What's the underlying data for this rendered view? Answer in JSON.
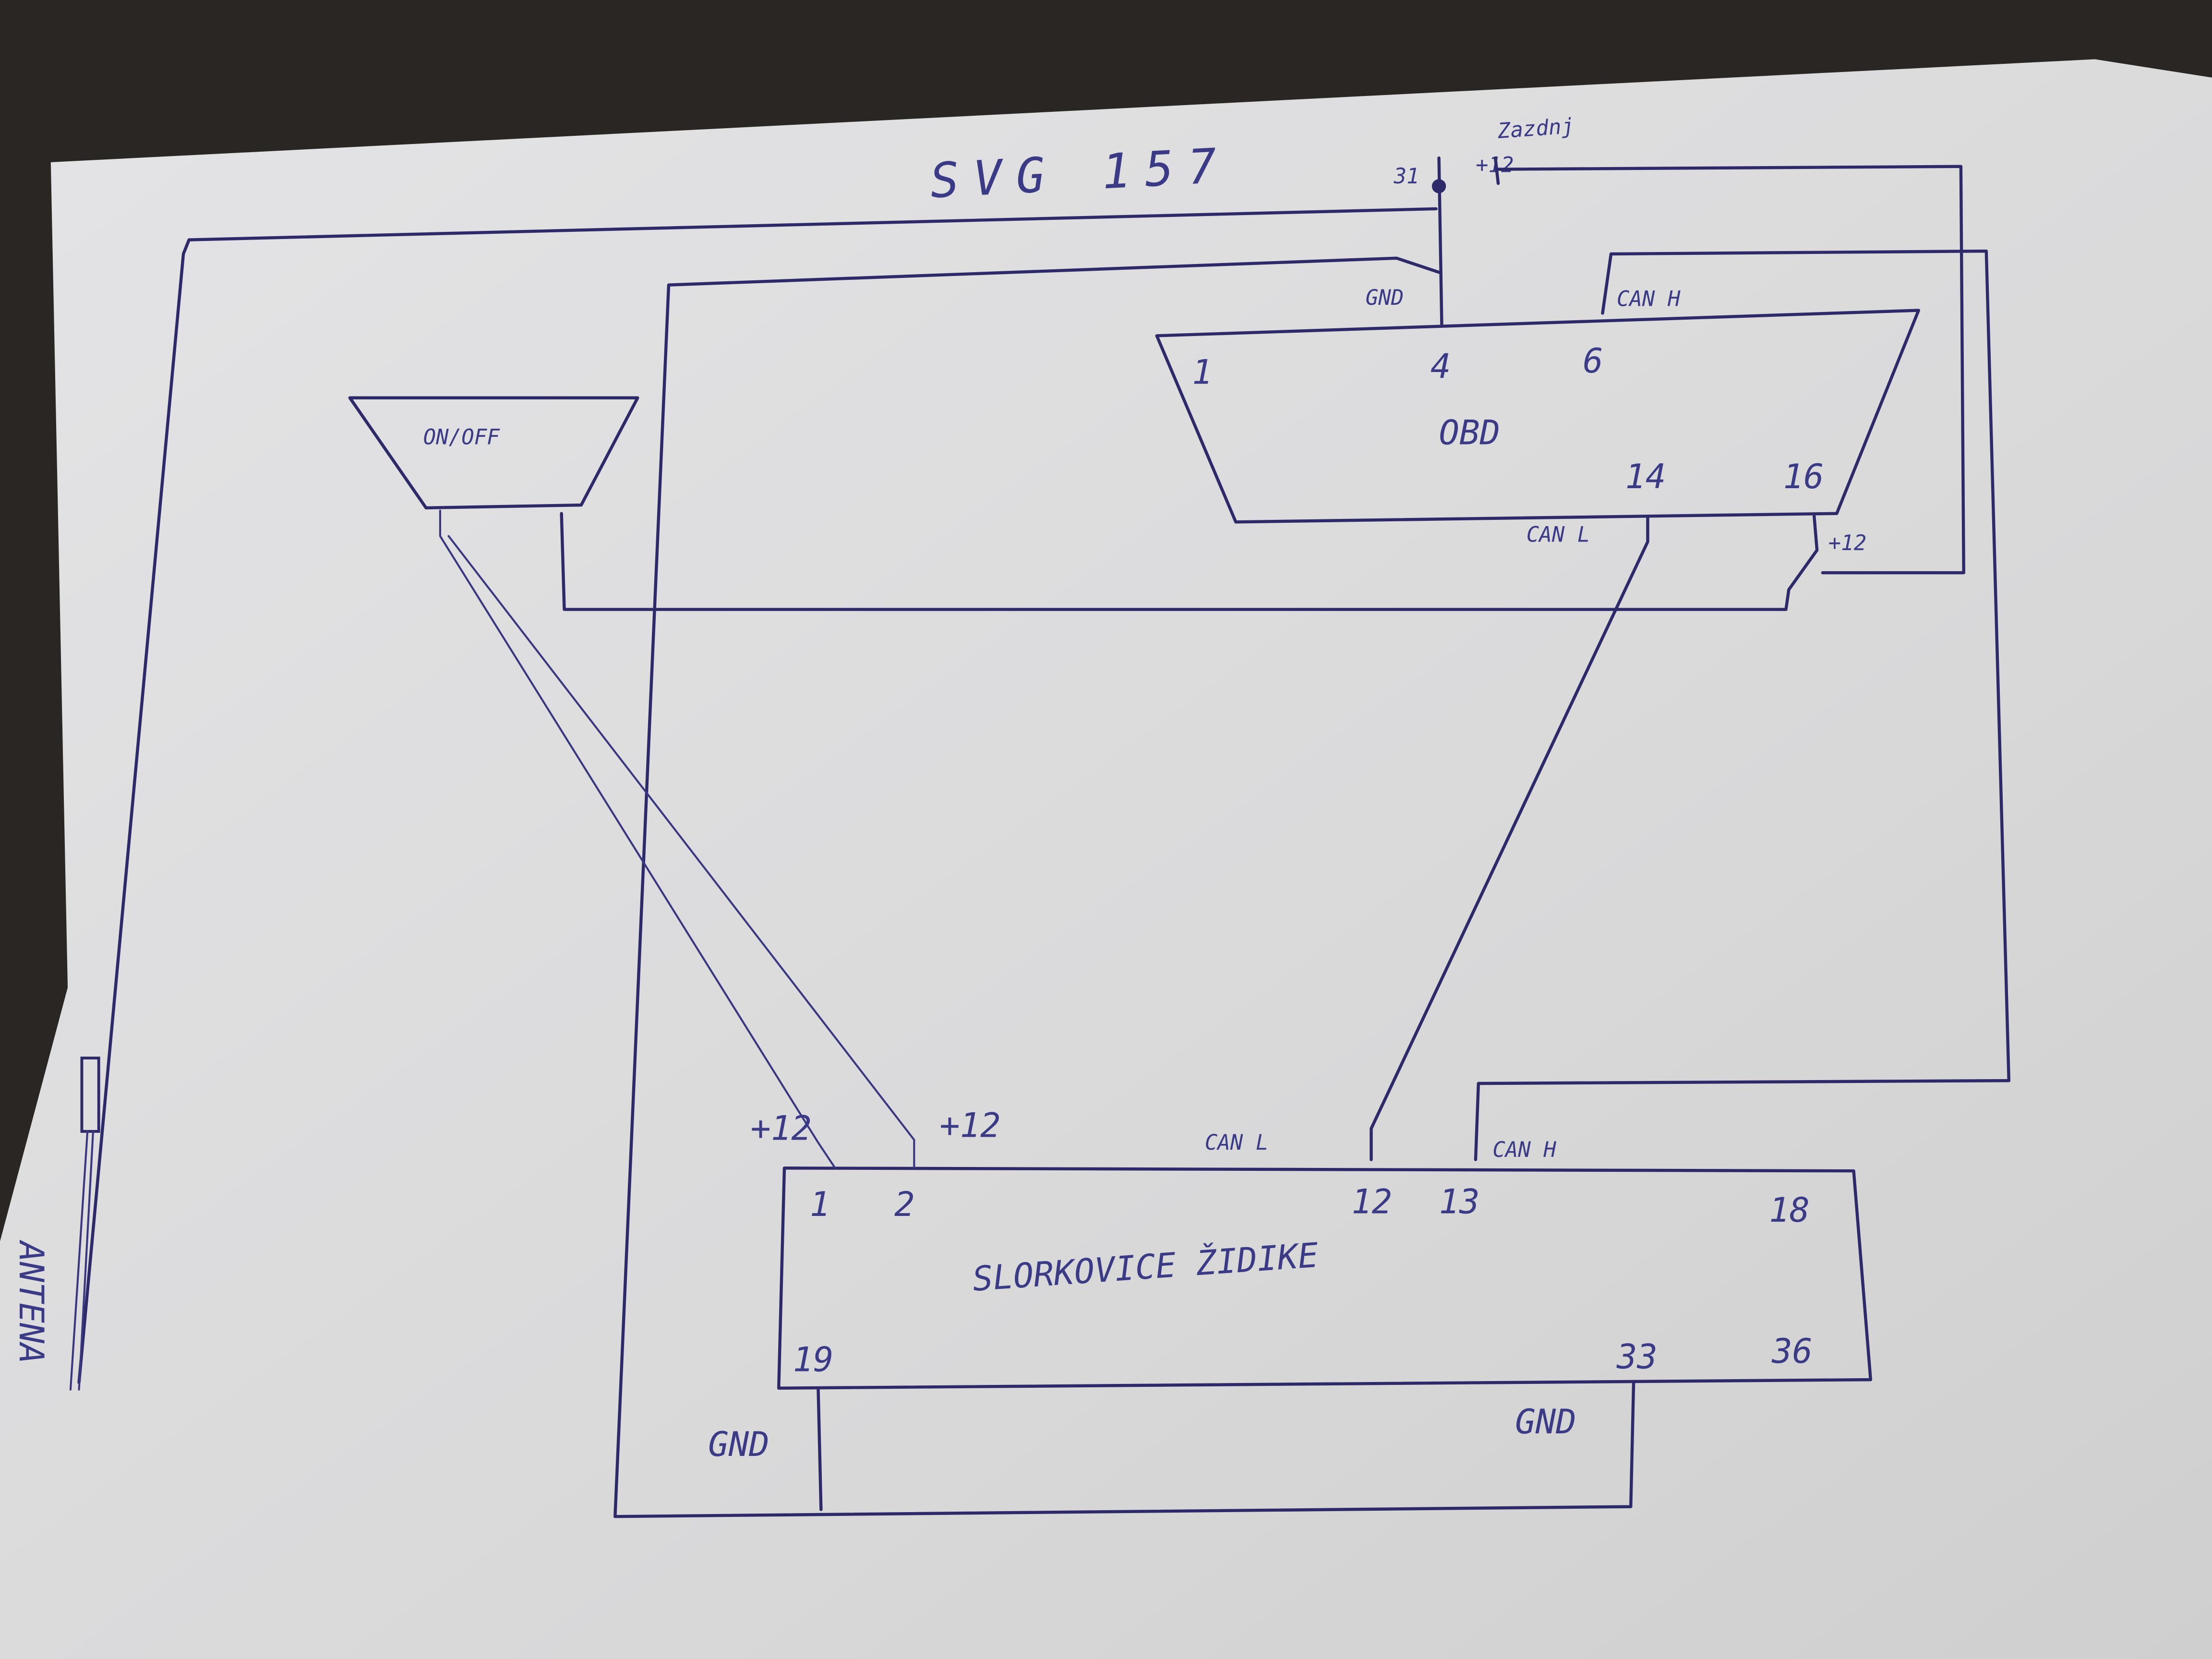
{
  "title": "SVG 157",
  "ignition_label": "Zazdnj",
  "ground_terminal": "31",
  "power_terminal": "+12",
  "switch": {
    "label": "ON/OFF"
  },
  "obd": {
    "label": "OBD",
    "pins": {
      "p1": "1",
      "p4": "4",
      "p6": "6",
      "p14": "14",
      "p16": "16"
    },
    "wires": {
      "gnd": "GND",
      "canh": "CAN H",
      "canl": "CAN L",
      "plus12": "+12"
    }
  },
  "module": {
    "label": "SLORKOVICE ŽIDIKE",
    "pins": {
      "p1": "1",
      "p2": "2",
      "p12": "12",
      "p13": "13",
      "p18": "18",
      "p19": "19",
      "p33": "33",
      "p36": "36"
    },
    "wires": {
      "plus12_a": "+12",
      "plus12_b": "+12",
      "canl": "CAN L",
      "canh": "CAN H",
      "gnd_a": "GND",
      "gnd_b": "GND"
    }
  },
  "antenna_label": "ANTENA",
  "colors": {
    "ink": "#2e2a6a",
    "paper": "#dcdcdc",
    "desk": "#2a2624"
  }
}
